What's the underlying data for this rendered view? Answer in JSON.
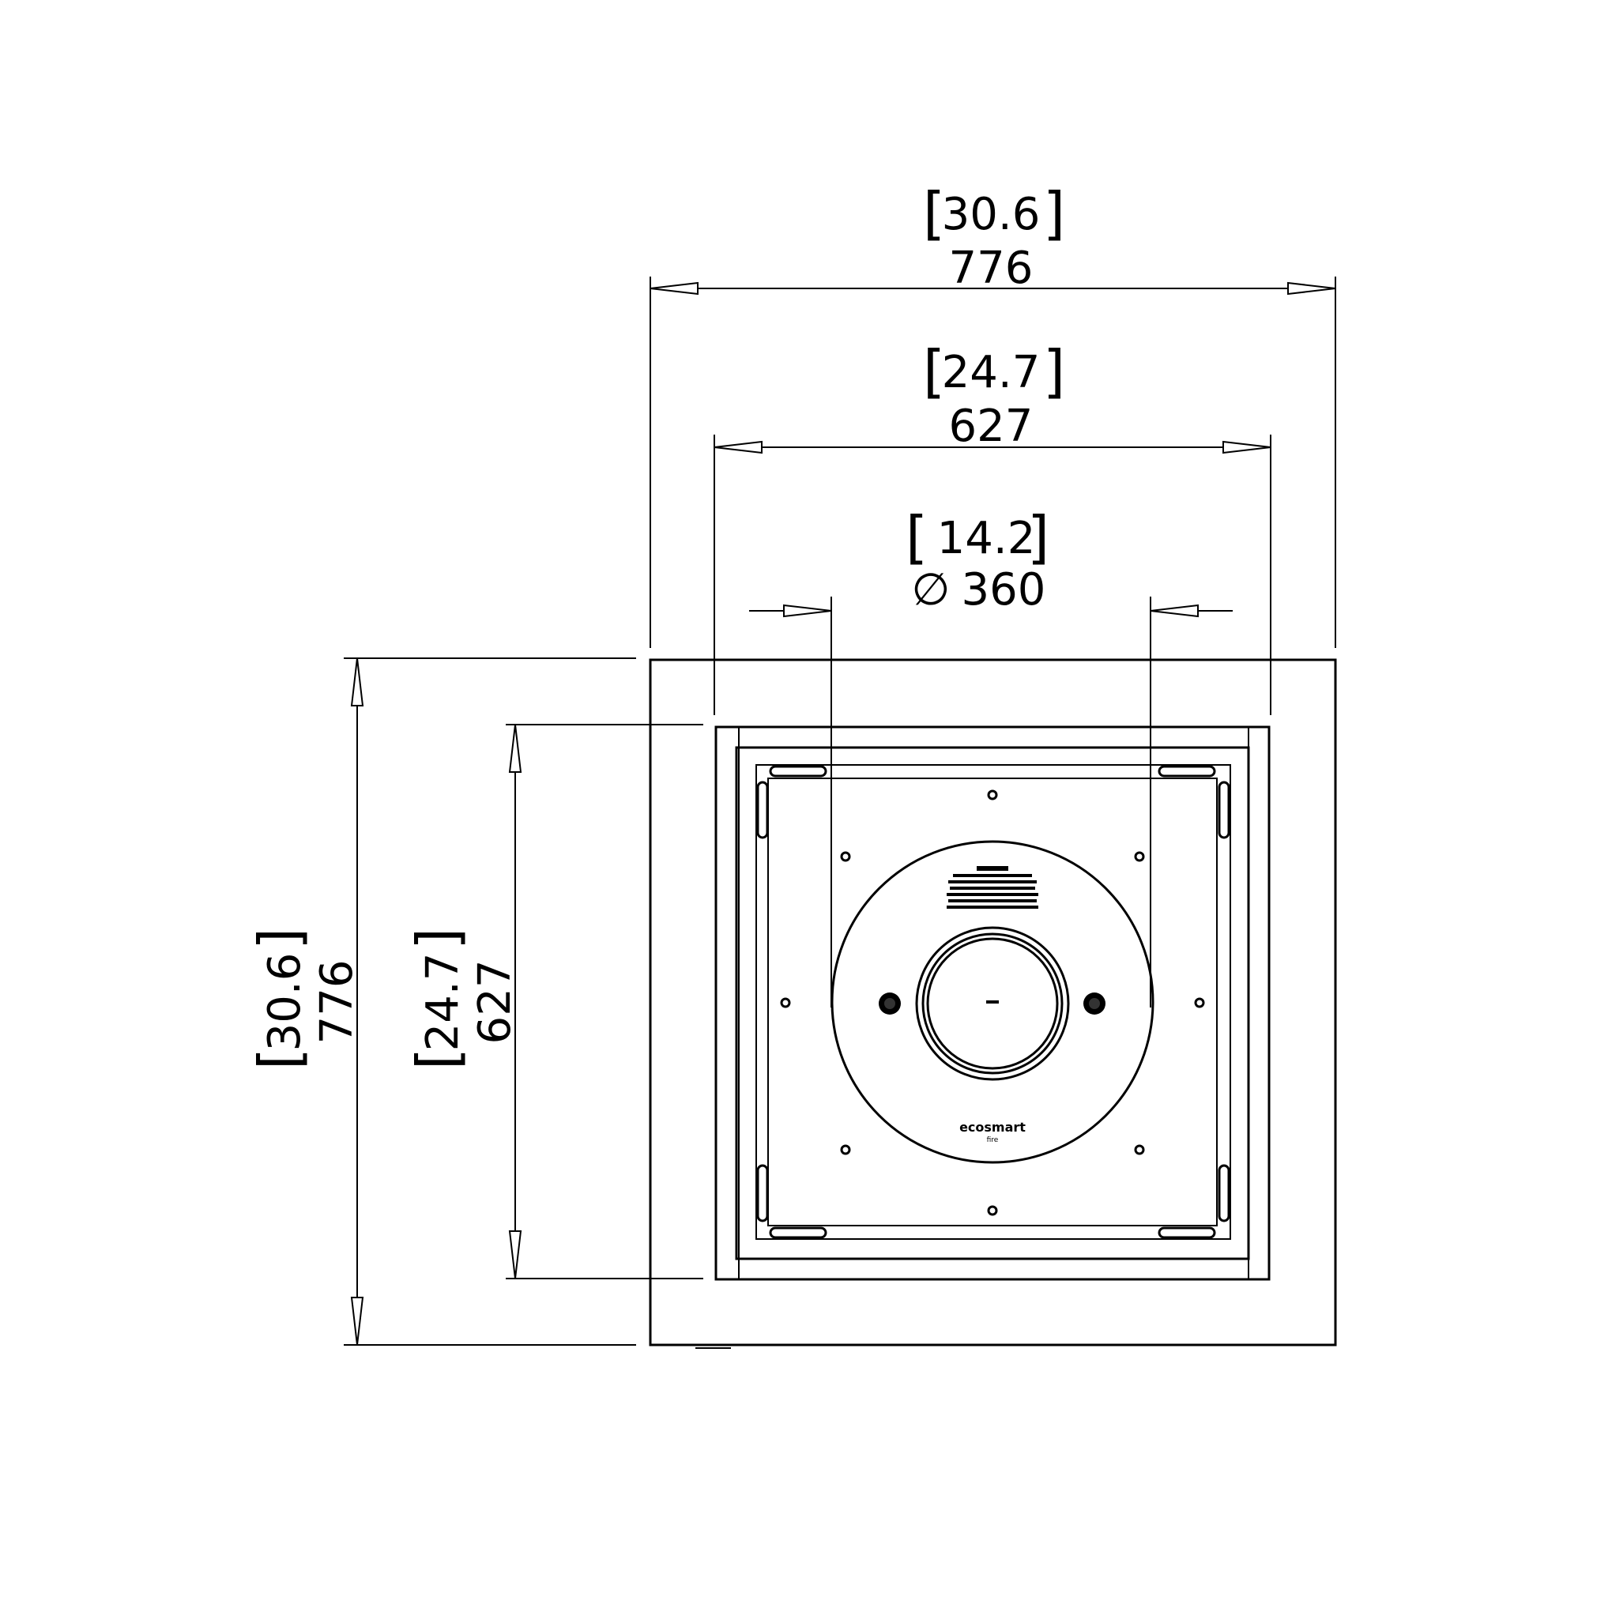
{
  "dimensions": {
    "overall_width": {
      "inches": "30.6",
      "mm": "776"
    },
    "inner_width": {
      "inches": "24.7",
      "mm": "627"
    },
    "burner_diameter": {
      "inches": "14.2",
      "symbol": "∅",
      "mm": "360"
    },
    "overall_depth": {
      "inches": "30.6",
      "mm": "776"
    },
    "inner_depth": {
      "inches": "24.7",
      "mm": "627"
    }
  },
  "brand": {
    "logo_main": "ecosmart",
    "logo_sub": "fire"
  },
  "colors": {
    "line": "#000000",
    "background": "#ffffff"
  }
}
